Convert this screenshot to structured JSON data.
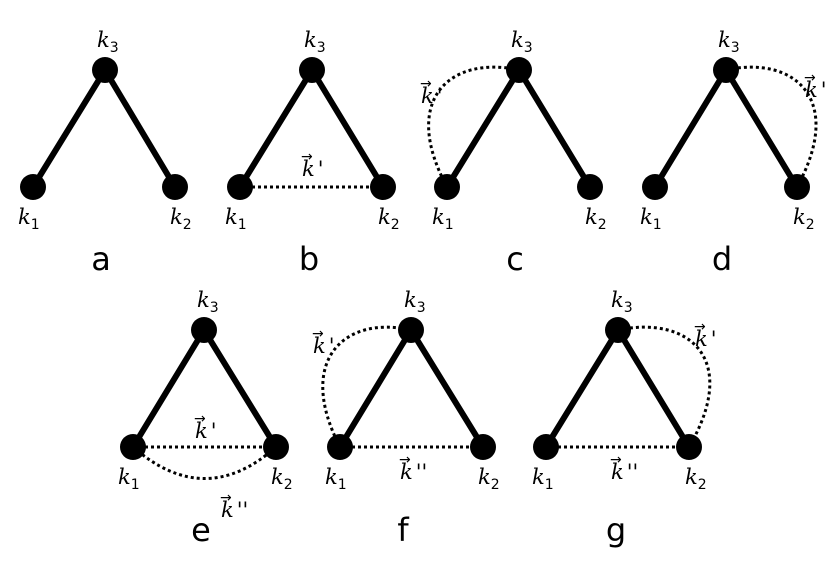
{
  "labels": {
    "k": "k",
    "sub1": "1",
    "sub2": "2",
    "sub3": "3",
    "kprime": "k",
    "prime1": "'",
    "prime2": "''",
    "arrow": "→"
  },
  "panels": [
    {
      "letter": "a"
    },
    {
      "letter": "b"
    },
    {
      "letter": "c"
    },
    {
      "letter": "d"
    },
    {
      "letter": "e"
    },
    {
      "letter": "f"
    },
    {
      "letter": "g"
    }
  ]
}
